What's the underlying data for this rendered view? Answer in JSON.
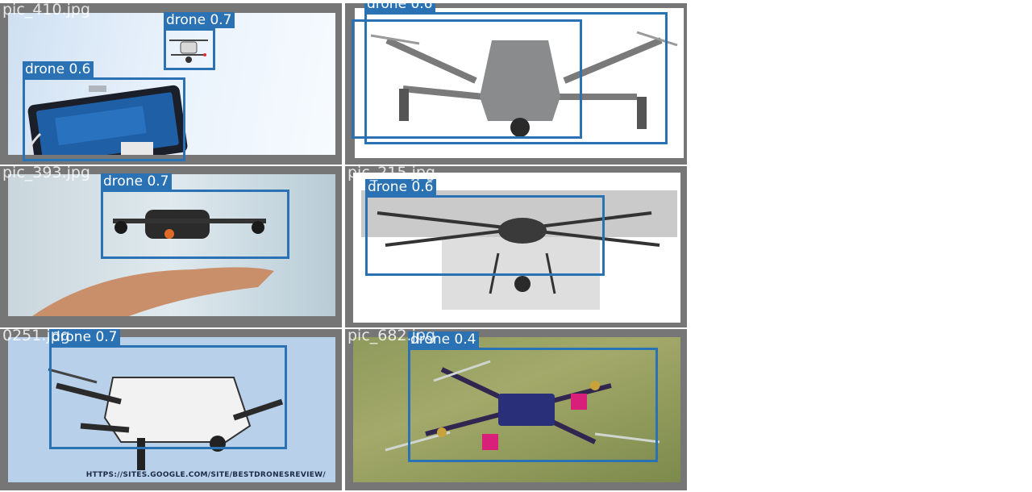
{
  "panels": [
    {
      "filename": "pic_410.jpg",
      "detections": [
        {
          "label": "drone",
          "score": "0.7"
        },
        {
          "label": "drone",
          "score": "0.6"
        }
      ]
    },
    {
      "filename": "",
      "detections": [
        {
          "label": "drone",
          "score": "0.6"
        }
      ]
    },
    {
      "filename": "pic_393.jpg",
      "detections": [
        {
          "label": "drone",
          "score": "0.7"
        }
      ]
    },
    {
      "filename": "pic_215.jpg",
      "detections": [
        {
          "label": "drone",
          "score": "0.6"
        }
      ]
    },
    {
      "filename": "0251.jpg",
      "detections": [
        {
          "label": "drone",
          "score": "0.7"
        }
      ],
      "watermark": "HTTPS://SITES.GOOGLE.COM/SITE/BESTDRONESREVIEW/"
    },
    {
      "filename": "pic_682.jpg",
      "detections": [
        {
          "label": "drone",
          "score": "0.4"
        }
      ]
    }
  ],
  "colors": {
    "box": "#2a72b4",
    "border": "#767676"
  }
}
